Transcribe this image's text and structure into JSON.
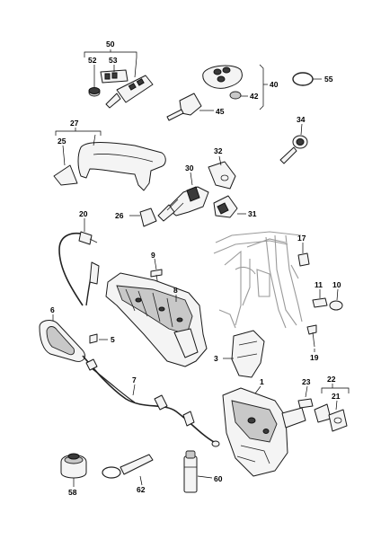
{
  "diagram": {
    "callouts": [
      {
        "id": "c50",
        "text": "50"
      },
      {
        "id": "c52",
        "text": "52"
      },
      {
        "id": "c53",
        "text": "53"
      },
      {
        "id": "c40",
        "text": "40"
      },
      {
        "id": "c42",
        "text": "42"
      },
      {
        "id": "c45",
        "text": "45"
      },
      {
        "id": "c55",
        "text": "55"
      },
      {
        "id": "c27",
        "text": "27"
      },
      {
        "id": "c25",
        "text": "25"
      },
      {
        "id": "c34",
        "text": "34"
      },
      {
        "id": "c32",
        "text": "32"
      },
      {
        "id": "c30",
        "text": "30"
      },
      {
        "id": "c26",
        "text": "26"
      },
      {
        "id": "c31",
        "text": "31"
      },
      {
        "id": "c20",
        "text": "20"
      },
      {
        "id": "c9",
        "text": "9"
      },
      {
        "id": "c17",
        "text": "17"
      },
      {
        "id": "c8",
        "text": "8"
      },
      {
        "id": "c11",
        "text": "11"
      },
      {
        "id": "c10",
        "text": "10"
      },
      {
        "id": "c6",
        "text": "6"
      },
      {
        "id": "c5",
        "text": "5"
      },
      {
        "id": "c3",
        "text": "3"
      },
      {
        "id": "c19",
        "text": "19"
      },
      {
        "id": "c7",
        "text": "7"
      },
      {
        "id": "c1",
        "text": "1"
      },
      {
        "id": "c23",
        "text": "23"
      },
      {
        "id": "c22",
        "text": "22"
      },
      {
        "id": "c21",
        "text": "21"
      },
      {
        "id": "c58",
        "text": "58"
      },
      {
        "id": "c62",
        "text": "62"
      },
      {
        "id": "c60",
        "text": "60"
      }
    ]
  }
}
